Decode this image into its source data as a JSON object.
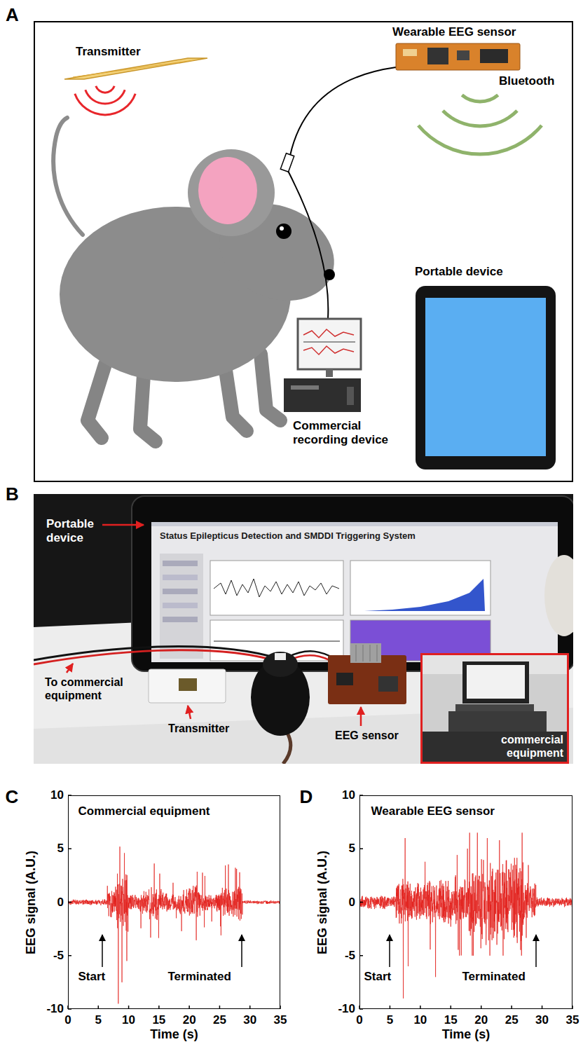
{
  "diagram": {
    "nodes": [
      {
        "text": [
          "A",
          "Transmitter",
          "Wearable EEG sensor",
          "Bluetooth",
          "Portable device",
          "Commercial recording device"
        ]
      },
      {
        "text": [
          "B",
          "Portable device",
          "To commercial equipment",
          "Transmitter",
          "EEG sensor"
        ]
      },
      {
        "text": [
          "commercial equipment"
        ],
        "in": 1
      },
      {
        "text": [
          "C",
          "Commercial equipment",
          "Start",
          "Terminated"
        ]
      },
      {
        "text": [
          "D",
          "Wearable EEG sensor",
          "Start",
          "Terminated"
        ]
      }
    ],
    "labels": [
      "Status Epilepticus Detection and SMDDI Triggering System",
      "EEG signal (A.U.)",
      "Time (s)",
      "10",
      "5",
      "0",
      "-5",
      "-10",
      "0",
      "5",
      "10",
      "15",
      "20",
      "25",
      "30",
      "35",
      "EEG signal (A.U.)",
      "Time (s)",
      "10",
      "5",
      "0",
      "-5",
      "-10",
      "0",
      "5",
      "10",
      "15",
      "20",
      "25",
      "30",
      "35"
    ]
  }
}
